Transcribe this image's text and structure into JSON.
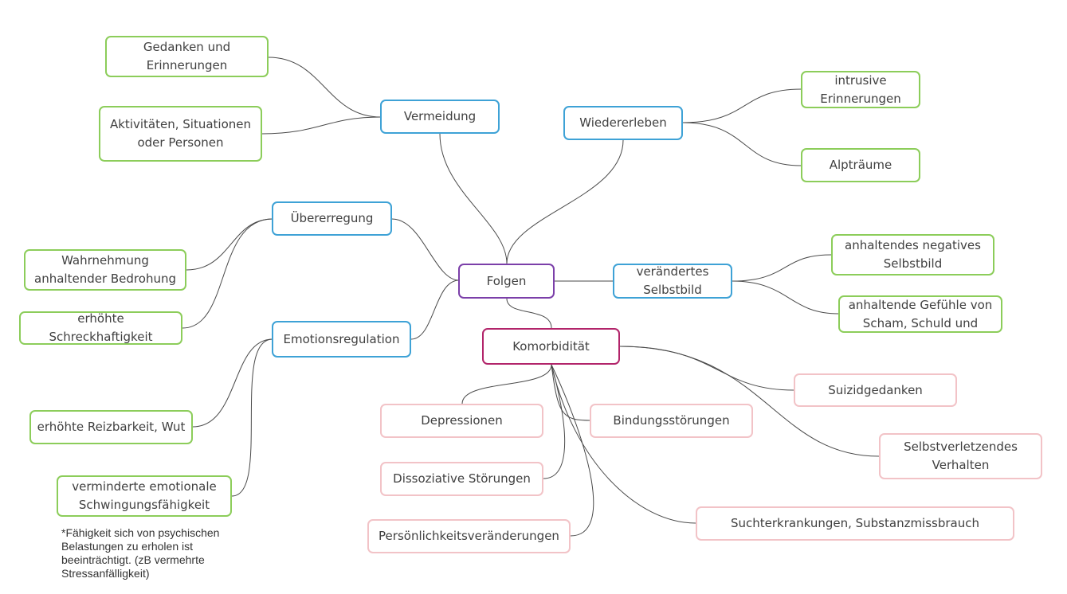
{
  "colors": {
    "line": "#4a4a4a",
    "root_border": "#7b3fa9",
    "category_border": "#3ea2d6",
    "comorbidity_border": "#b2246a",
    "leaf_green_border": "#8ccd5a",
    "leaf_pink_border": "#f2c3c7"
  },
  "root": {
    "label": "Folgen"
  },
  "categories": {
    "vermeidung": "Vermeidung",
    "wiedererleben": "Wiedererleben",
    "uebererregung": "Übererregung",
    "emotionsregulation": "Emotionsregulation",
    "selbstbild": "verändertes\nSelbstbild",
    "komorbiditaet": "Komorbidität"
  },
  "leaves": {
    "gedanken": "Gedanken und\nErinnerungen",
    "aktivitaeten": "Aktivitäten, Situationen\noder Personen",
    "intrusive": "intrusive\nErinnerungen",
    "alptraeume": "Alpträume",
    "wahrnehmung": "Wahrnehmung\nanhaltender Bedrohung",
    "schreckhaftigkeit": "erhöhte Schreckhaftigkeit",
    "negatives_selbstbild": "anhaltendes negatives\nSelbstbild",
    "gefuehle": "anhaltende Gefühle von\nScham, Schuld und",
    "reizbarkeit": "erhöhte Reizbarkeit, Wut",
    "schwingung": "verminderte emotionale\nSchwingungsfähigkeit",
    "suizid": "Suizidgedanken",
    "depressionen": "Depressionen",
    "bindung": "Bindungsstörungen",
    "selbstverletzung": "Selbstverletzendes\nVerhalten",
    "dissoziativ": "Dissoziative Störungen",
    "sucht": "Suchterkrankungen, Substanzmissbrauch",
    "persoenlichkeit": "Persönlichkeitsveränderungen"
  },
  "footnote": "*Fähigkeit sich von psychischen\nBelastungen zu erholen ist\nbeeinträchtigt. (zB vermehrte\nStressanfälligkeit)"
}
